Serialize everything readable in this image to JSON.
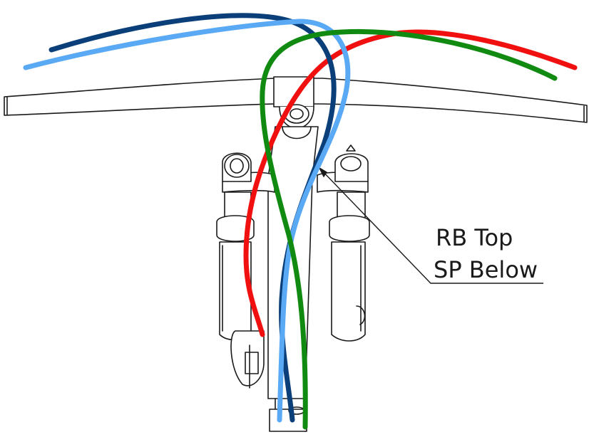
{
  "callout": {
    "line1": "RB Top",
    "line2": "SP Below"
  },
  "colors": {
    "outline": "#1a1a1a",
    "red_cable": "#f01010",
    "green_cable": "#118a11",
    "light_blue_cable": "#5aa9f5",
    "dark_blue_cable": "#0a3f7a",
    "background": "#ffffff"
  },
  "parts": [
    "handlebar",
    "stem",
    "head-tube",
    "left-fork-leg",
    "right-fork-leg",
    "brake-caliper",
    "fork-lockout-knob"
  ]
}
